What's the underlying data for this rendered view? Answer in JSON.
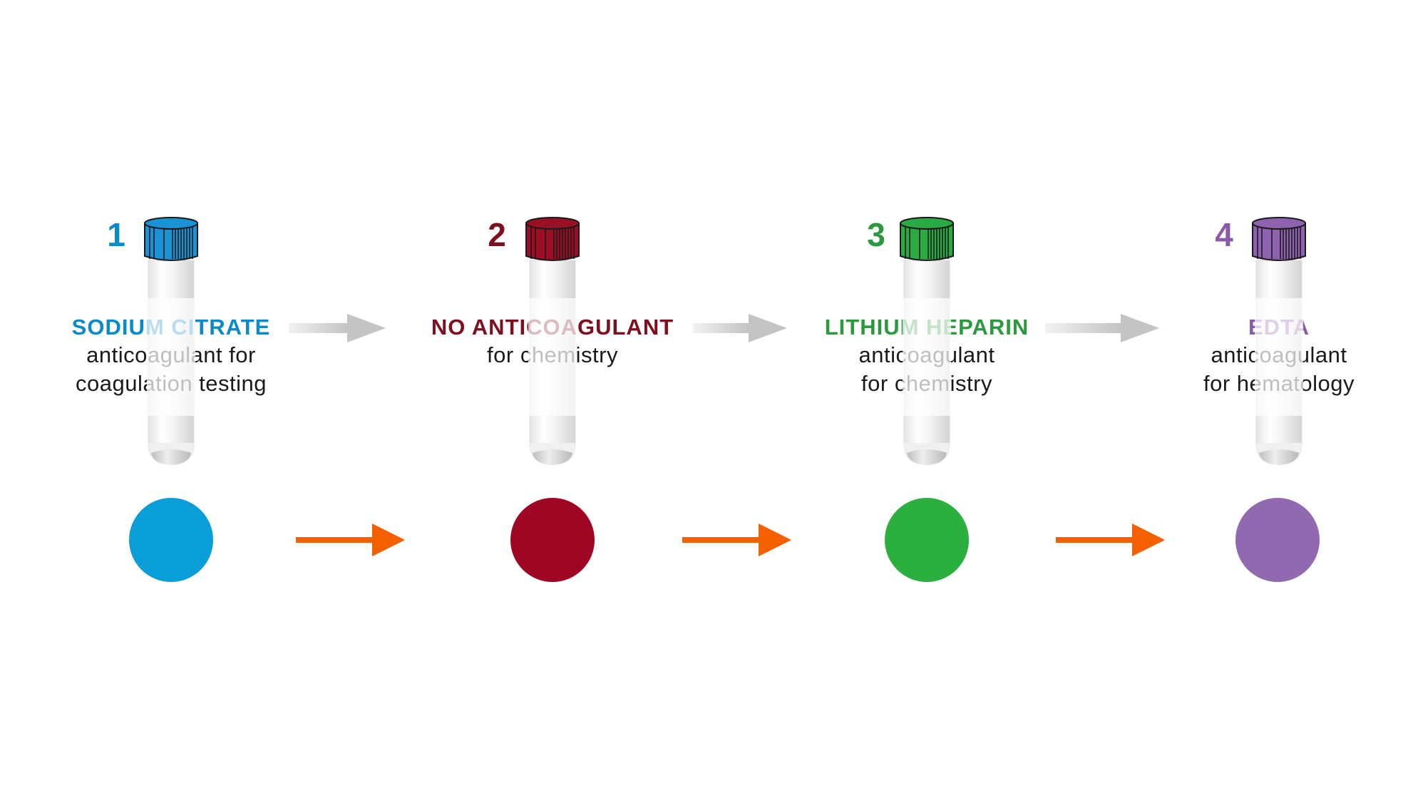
{
  "diagram": {
    "title_hidden": "",
    "steps": [
      {
        "number": "1",
        "title": "SODIUM CITRATE",
        "lines": [
          "anticoagulant for",
          "coagulation testing"
        ],
        "color": "#0a8ac9",
        "cap_color": "#1a93d6",
        "dot_color": "#0a9ed8"
      },
      {
        "number": "2",
        "title": "NO ANTICOAGULANT",
        "lines": [
          "for chemistry"
        ],
        "color": "#7d0f1e",
        "cap_color": "#9a0f24",
        "dot_color": "#9e0624"
      },
      {
        "number": "3",
        "title": "LITHIUM HEPARIN",
        "lines": [
          "anticoagulant",
          "for chemistry"
        ],
        "color": "#2b9a3e",
        "cap_color": "#2aaa42",
        "dot_color": "#2bb040"
      },
      {
        "number": "4",
        "title": "EDTA",
        "lines": [
          "anticoagulant",
          "for hematology"
        ],
        "color": "#8a5aa8",
        "cap_color": "#8e62b0",
        "dot_color": "#9069b0"
      }
    ],
    "arrow_colors": {
      "gray": "#c4c4c4",
      "orange": "#f45f00"
    }
  }
}
